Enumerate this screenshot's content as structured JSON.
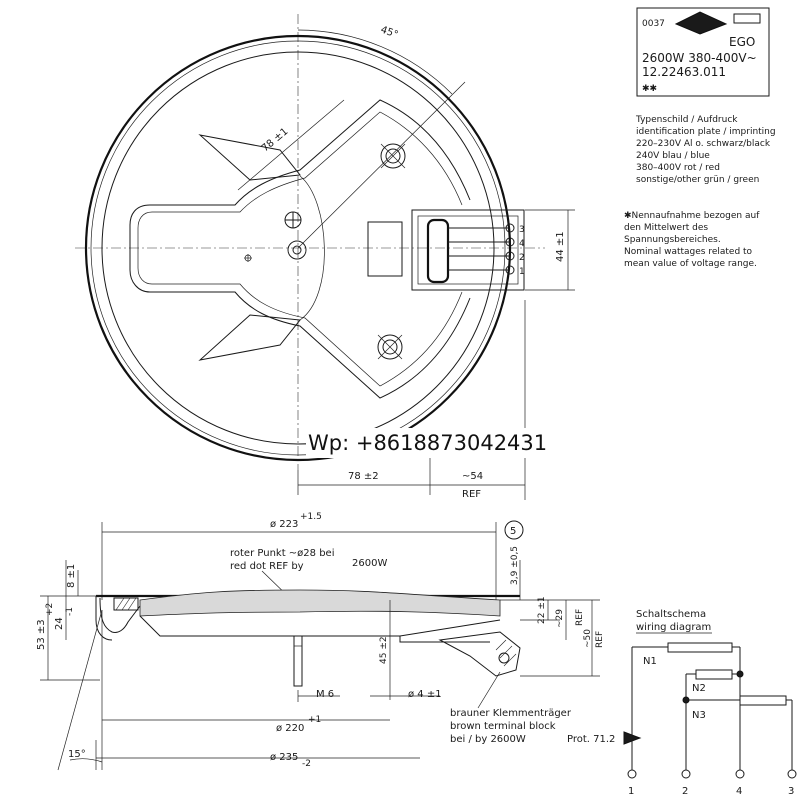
{
  "top_view": {
    "angle_label": "45°",
    "dim_radial": "78 ±1",
    "dim_width": "44 ±1",
    "dim_bottom_left": "78 ±2",
    "dim_bottom_right": "~54",
    "dim_bottom_right_ref": "REF",
    "terminals": [
      "3",
      "4",
      "2",
      "1"
    ]
  },
  "watermark": "Wp: +8618873042431",
  "type_plate": {
    "code": "0037",
    "brand": "EGO",
    "rating": "2600W 380-400V~",
    "part_number": "12.22463.011",
    "stars": "✱✱"
  },
  "legend_lines": [
    "Typenschild / Aufdruck",
    "identification plate / imprinting",
    "220–230V   Al o. schwarz/black",
    "240V         blau / blue",
    "380–400V  rot   / red",
    "sonstige/other   grün / green"
  ],
  "note_lines": [
    "✱Nennaufnahme bezogen auf",
    "  den Mittelwert des",
    "  Spannungsbereiches.",
    "  Nominal wattages related to",
    "  mean value of voltage range."
  ],
  "section_view": {
    "dia_223": "ø 223",
    "dia_223_tol": "+1.5",
    "circle_label": "5",
    "red_dot_de": "roter  Punkt  ~ø28 bei",
    "red_dot_en": "red    dot     REF  by",
    "red_dot_watt": "2600W",
    "dim_8": "8 ±1",
    "dim_24": "24",
    "dim_24_tol_up": "+2",
    "dim_24_tol_dn": "-1",
    "dim_53": "53 ±3",
    "dim_39": "3,9 ±0,5",
    "dim_22": "22 ±1",
    "dim_29": "~29",
    "dim_50": "~50",
    "ref": "REF",
    "dim_45": "45 ±2",
    "thread": "M 6",
    "dim_4": "ø 4 ±1",
    "dia_220": "ø 220",
    "dia_220_tol": "+1",
    "dia_235": "ø 235",
    "dia_235_tol": "-2",
    "angle_15": "15°",
    "terminal_block_de": "brauner  Klemmenträger",
    "terminal_block_en": "brown  terminal  block",
    "terminal_block_by": "bei / by  2600W",
    "prot": "Prot. 71.2"
  },
  "wiring": {
    "title_de": "Schaltschema",
    "title_en": "wiring diagram",
    "heaters": [
      "N1",
      "N2",
      "N3"
    ],
    "terminals": [
      "1",
      "2",
      "4",
      "3"
    ]
  }
}
